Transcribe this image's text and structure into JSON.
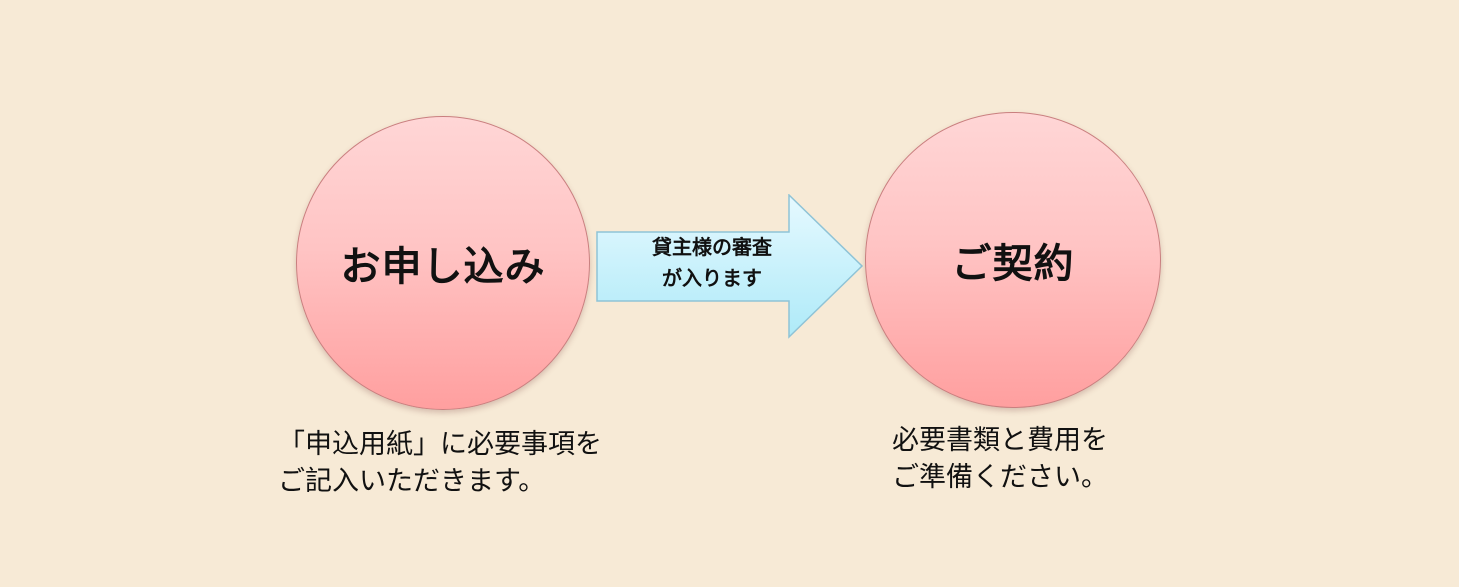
{
  "steps": [
    {
      "label": "お申し込み",
      "note_line1": "「申込用紙」に必要事項を",
      "note_line2": "ご記入いただきます。"
    },
    {
      "label": "ご契約",
      "note_line1": "必要書類と費用を",
      "note_line2": "ご準備ください。"
    }
  ],
  "arrow": {
    "line1": "貸主様の審査",
    "line2": "が入ります"
  },
  "colors": {
    "background": "#f7ead6",
    "circle_fill_top": "#ffd6d6",
    "circle_fill_bottom": "#ff9f9f",
    "arrow_fill_top": "#e6f9ff",
    "arrow_fill_bottom": "#aeeaf8"
  }
}
